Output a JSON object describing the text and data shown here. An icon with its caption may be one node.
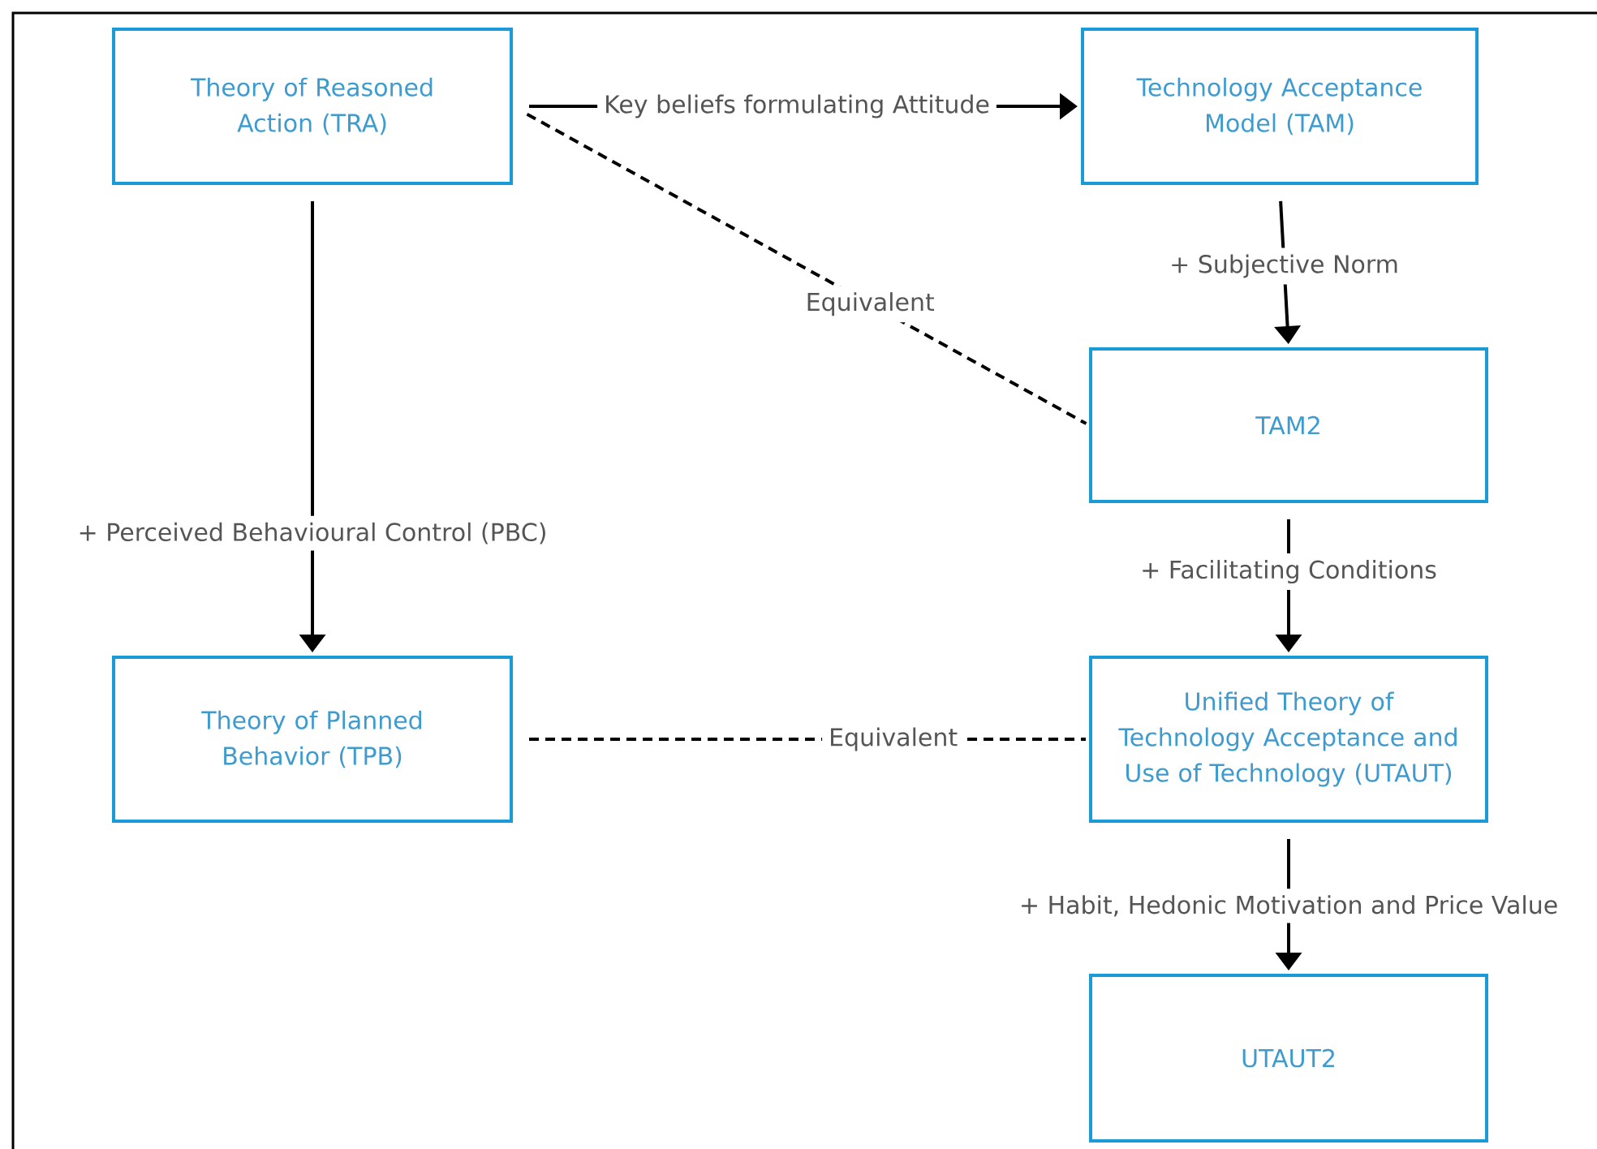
{
  "diagram": {
    "nodes": [
      {
        "text": [
          "Theory of Reasoned Action (TRA)"
        ]
      },
      {
        "text": [
          "Technology Acceptance Model (TAM)"
        ]
      },
      {
        "text": [
          "TAM2"
        ]
      },
      {
        "text": [
          "Theory of Planned Behavior (TPB)"
        ]
      },
      {
        "text": [
          "Unified Theory of Technology Acceptance and Use of Technology (UTAUT)"
        ]
      },
      {
        "text": [
          "UTAUT2"
        ]
      }
    ],
    "edges": [
      {
        "from": 0,
        "to": 1,
        "arrow": "to",
        "label": "Key beliefs formulating Attitude"
      },
      {
        "from": 1,
        "to": 2,
        "arrow": "to",
        "label": "+ Subjective Norm"
      },
      {
        "from": 0,
        "to": 2,
        "arrow": "none",
        "style": "dashed",
        "label": "Equivalent"
      },
      {
        "from": 0,
        "to": 3,
        "arrow": "to",
        "label": "+ Perceived Behavioural Control (PBC)"
      },
      {
        "from": 2,
        "to": 4,
        "arrow": "to",
        "label": "+ Facilitating Conditions"
      },
      {
        "from": 3,
        "to": 4,
        "arrow": "none",
        "style": "dashed",
        "label": "Equivalent"
      },
      {
        "from": 4,
        "to": 5,
        "arrow": "to",
        "label": "+ Habit, Hedonic Motivation and Price Value"
      }
    ]
  }
}
